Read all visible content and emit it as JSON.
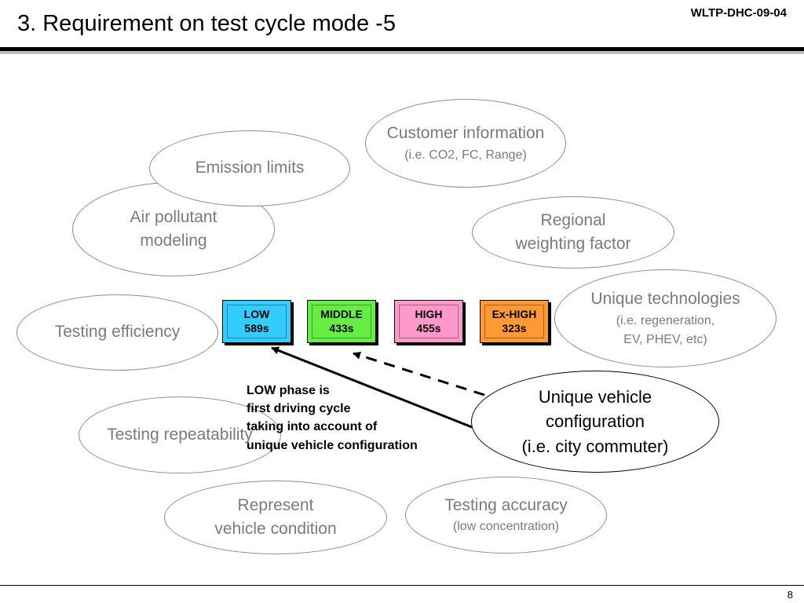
{
  "header": {
    "doc_id": "WLTP-DHC-09-04",
    "title": "3. Requirement on test cycle mode -5"
  },
  "footer": {
    "page_number": "8"
  },
  "ellipses": {
    "customer_information": {
      "line1": "Customer information",
      "sub": "(i.e. CO2, FC, Range)"
    },
    "emission_limits": {
      "line1": "Emission limits"
    },
    "air_pollutant_modeling": {
      "line1": "Air pollutant",
      "line2": "modeling"
    },
    "regional_weighting_factor": {
      "line1": "Regional",
      "line2": "weighting factor"
    },
    "unique_technologies": {
      "line1": "Unique technologies",
      "sub1": "(i.e. regeneration,",
      "sub2": "EV, PHEV, etc)"
    },
    "testing_efficiency": {
      "line1": "Testing efficiency"
    },
    "unique_vehicle_configuration": {
      "line1": "Unique vehicle",
      "line2": "configuration",
      "line3": "(i.e. city commuter)"
    },
    "testing_repeatability": {
      "line1": "Testing repeatability"
    },
    "represent_vehicle_condition": {
      "line1": "Represent",
      "line2": "vehicle condition"
    },
    "testing_accuracy": {
      "line1": "Testing accuracy",
      "sub": "(low concentration)"
    }
  },
  "phases": [
    {
      "name": "LOW",
      "duration": "589s",
      "color": "#33ccff"
    },
    {
      "name": "MIDDLE",
      "duration": "433s",
      "color": "#66ee44"
    },
    {
      "name": "HIGH",
      "duration": "455s",
      "color": "#ff99cc"
    },
    {
      "name": "Ex-HIGH",
      "duration": "323s",
      "color": "#ff9933"
    }
  ],
  "note": {
    "line1": "LOW phase is",
    "line2": "first driving cycle",
    "line3": "taking into account of",
    "line4": "unique vehicle configuration"
  }
}
